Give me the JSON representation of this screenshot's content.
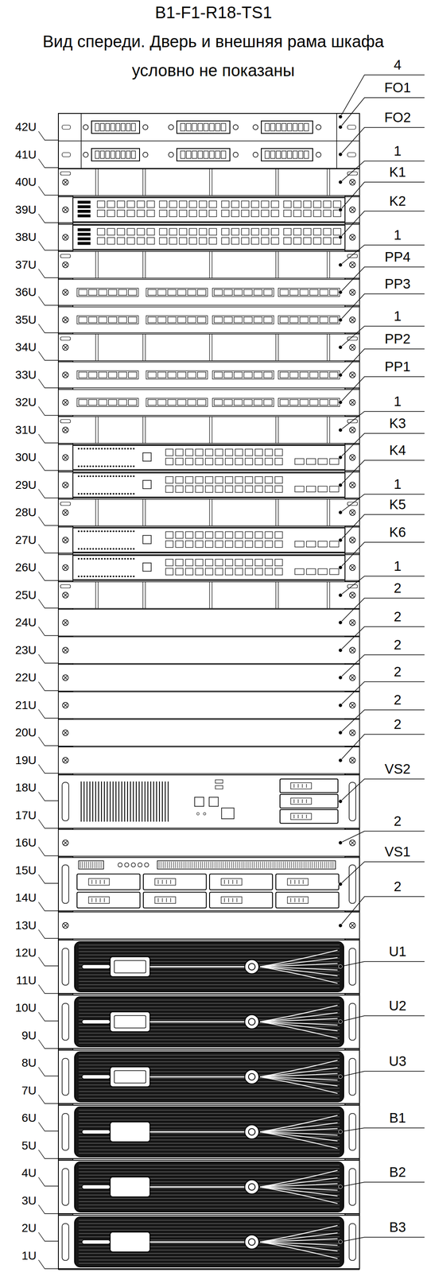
{
  "diagram": {
    "title": "B1-F1-R18-TS1",
    "labels": [
      "Вид спереди. Дверь и внешняя рама шкафа условно не показаны",
      "4",
      "FO1",
      "FO2",
      "1",
      "K1",
      "K2",
      "1",
      "PP4",
      "PP3",
      "1",
      "PP2",
      "PP1",
      "1",
      "K3",
      "K4",
      "1",
      "K5",
      "K6",
      "1",
      "2",
      "2",
      "2",
      "2",
      "2",
      "2",
      "VS2",
      "2",
      "VS1",
      "2",
      "U1",
      "U2",
      "U3",
      "B1",
      "B2",
      "B3",
      "42U",
      "41U",
      "40U",
      "39U",
      "38U",
      "37U",
      "36U",
      "35U",
      "34U",
      "33U",
      "32U",
      "31U",
      "30U",
      "29U",
      "28U",
      "27U",
      "26U",
      "25U",
      "24U",
      "23U",
      "22U",
      "21U",
      "20U",
      "19U",
      "18U",
      "17U",
      "16U",
      "15U",
      "14U",
      "13U",
      "12U",
      "11U",
      "10U",
      "9U",
      "8U",
      "7U",
      "6U",
      "5U",
      "4U",
      "3U",
      "2U",
      "1U"
    ]
  }
}
